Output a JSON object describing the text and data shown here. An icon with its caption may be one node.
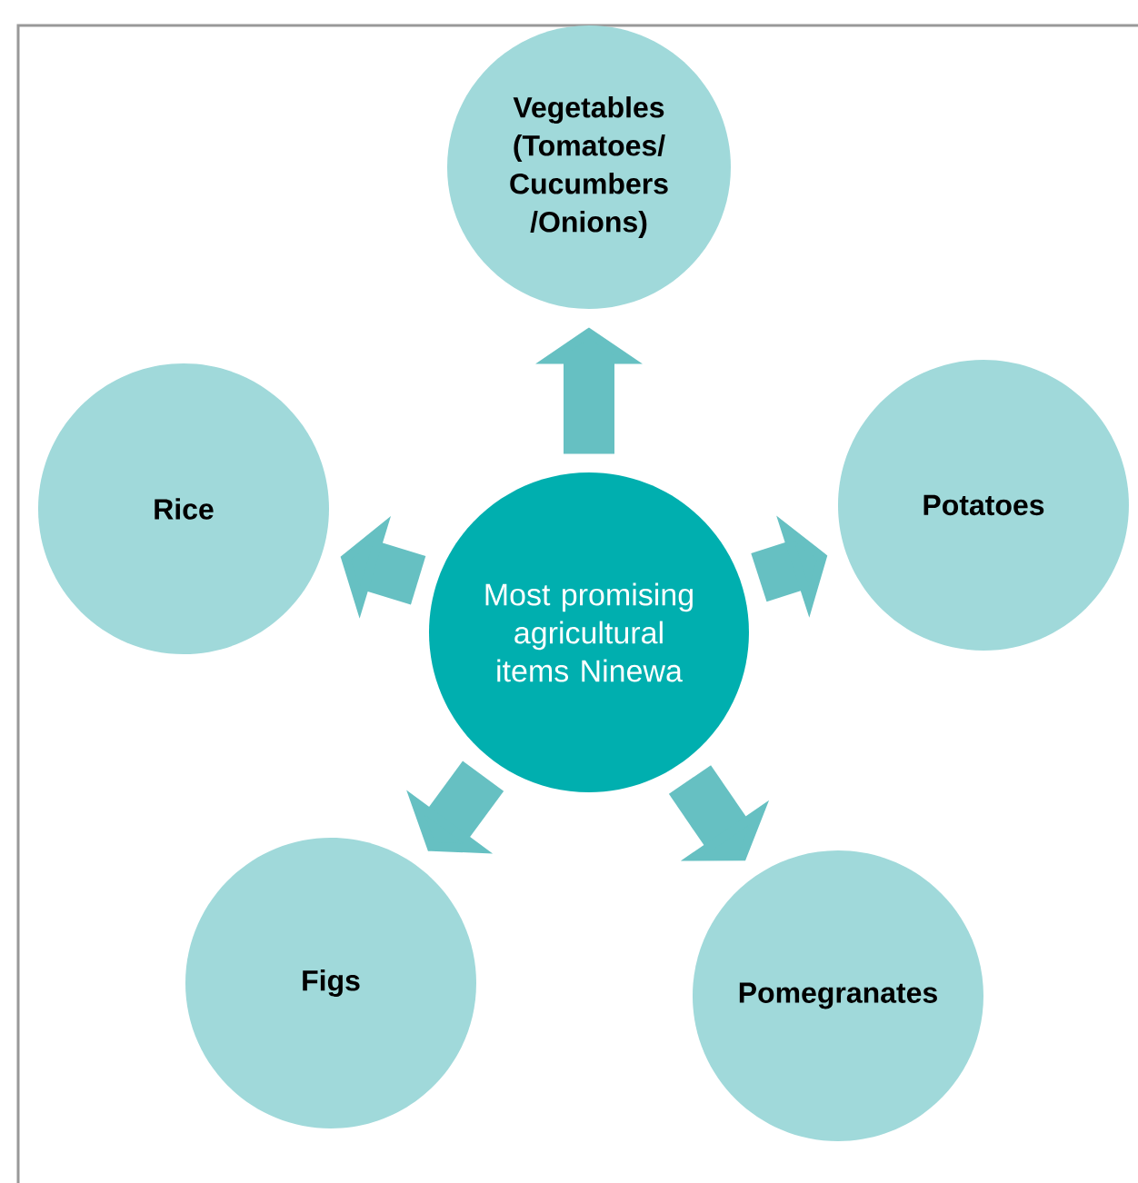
{
  "diagram": {
    "nodes": [
      {
        "text": [
          "Most promising agricultural items Ninewa"
        ]
      },
      {
        "text": [
          "Vegetables (Tomatoes/ Cucumbers /Onions)"
        ]
      },
      {
        "text": [
          "Potatoes"
        ]
      },
      {
        "text": [
          "Pomegranates"
        ]
      },
      {
        "text": [
          "Figs"
        ]
      },
      {
        "text": [
          "Rice"
        ]
      }
    ],
    "edges": [
      {
        "from": 0,
        "to": 1,
        "arrow": "to"
      },
      {
        "from": 0,
        "to": 2,
        "arrow": "to"
      },
      {
        "from": 0,
        "to": 3,
        "arrow": "to"
      },
      {
        "from": 0,
        "to": 4,
        "arrow": "to"
      },
      {
        "from": 0,
        "to": 5,
        "arrow": "to"
      }
    ]
  }
}
